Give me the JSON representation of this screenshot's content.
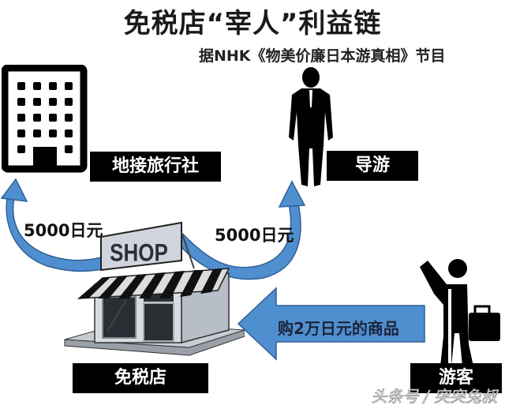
{
  "header": {
    "title": "免税店“宰人”利益链",
    "subtitle": "据NHK《物美价廉日本游真相》节目"
  },
  "nodes": {
    "travel_agency": {
      "label": "地接旅行社",
      "icon": "office-building-icon"
    },
    "tour_guide": {
      "label": "导游",
      "icon": "businessman-silhouette-icon"
    },
    "duty_free_shop": {
      "label": "免税店",
      "icon": "storefront-icon",
      "sign": "SHOP"
    },
    "tourist": {
      "label": "游客",
      "icon": "traveler-with-suitcase-icon"
    }
  },
  "flows": {
    "shop_to_agency": {
      "amount": "5000日元"
    },
    "shop_to_guide": {
      "amount": "5000日元"
    },
    "tourist_to_shop": {
      "label": "购2万日元的商品"
    }
  },
  "colors": {
    "arrow_blue": "#4f8fd0",
    "arrow_dark": "#2f5f95",
    "label_bg": "#000000",
    "label_fg": "#ffffff"
  },
  "watermark": "头条号 / 突突兔叔"
}
